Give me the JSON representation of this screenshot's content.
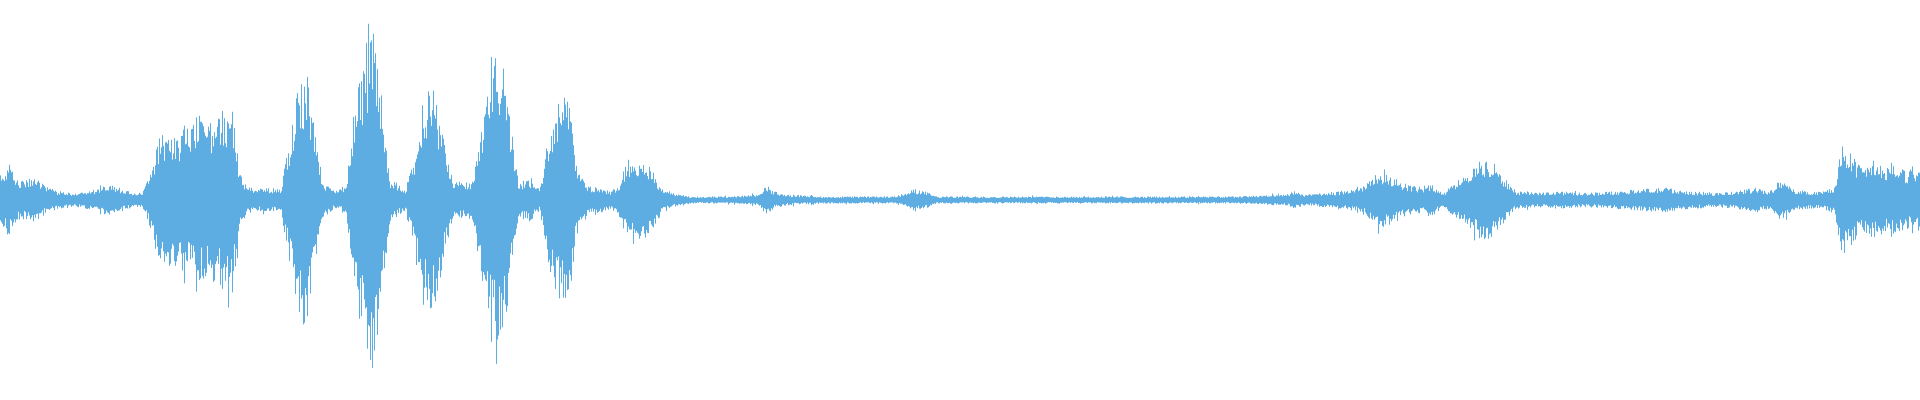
{
  "waveform": {
    "color": "#5DADE2",
    "background": "#FFFFFF",
    "noise_floor": 0.02,
    "envelope": [
      [
        0.0,
        0.14
      ],
      [
        0.004,
        0.2
      ],
      [
        0.009,
        0.12
      ],
      [
        0.014,
        0.1
      ],
      [
        0.018,
        0.13
      ],
      [
        0.023,
        0.08
      ],
      [
        0.03,
        0.05
      ],
      [
        0.04,
        0.04
      ],
      [
        0.05,
        0.06
      ],
      [
        0.056,
        0.09
      ],
      [
        0.06,
        0.08
      ],
      [
        0.066,
        0.05
      ],
      [
        0.074,
        0.04
      ],
      [
        0.078,
        0.16
      ],
      [
        0.083,
        0.36
      ],
      [
        0.09,
        0.38
      ],
      [
        0.096,
        0.4
      ],
      [
        0.1,
        0.42
      ],
      [
        0.106,
        0.44
      ],
      [
        0.111,
        0.46
      ],
      [
        0.116,
        0.5
      ],
      [
        0.121,
        0.54
      ],
      [
        0.124,
        0.2
      ],
      [
        0.128,
        0.08
      ],
      [
        0.134,
        0.06
      ],
      [
        0.14,
        0.07
      ],
      [
        0.146,
        0.06
      ],
      [
        0.15,
        0.3
      ],
      [
        0.155,
        0.62
      ],
      [
        0.16,
        0.72
      ],
      [
        0.164,
        0.4
      ],
      [
        0.168,
        0.1
      ],
      [
        0.174,
        0.05
      ],
      [
        0.18,
        0.07
      ],
      [
        0.185,
        0.6
      ],
      [
        0.19,
        0.8
      ],
      [
        0.195,
        0.98
      ],
      [
        0.199,
        0.55
      ],
      [
        0.203,
        0.12
      ],
      [
        0.207,
        0.09
      ],
      [
        0.211,
        0.06
      ],
      [
        0.216,
        0.25
      ],
      [
        0.22,
        0.56
      ],
      [
        0.225,
        0.66
      ],
      [
        0.23,
        0.4
      ],
      [
        0.235,
        0.12
      ],
      [
        0.24,
        0.1
      ],
      [
        0.246,
        0.11
      ],
      [
        0.251,
        0.45
      ],
      [
        0.256,
        0.78
      ],
      [
        0.262,
        0.82
      ],
      [
        0.266,
        0.44
      ],
      [
        0.27,
        0.1
      ],
      [
        0.276,
        0.12
      ],
      [
        0.281,
        0.06
      ],
      [
        0.286,
        0.4
      ],
      [
        0.291,
        0.56
      ],
      [
        0.296,
        0.6
      ],
      [
        0.3,
        0.22
      ],
      [
        0.306,
        0.08
      ],
      [
        0.312,
        0.07
      ],
      [
        0.318,
        0.05
      ],
      [
        0.322,
        0.08
      ],
      [
        0.326,
        0.2
      ],
      [
        0.332,
        0.24
      ],
      [
        0.338,
        0.2
      ],
      [
        0.344,
        0.08
      ],
      [
        0.35,
        0.04
      ],
      [
        0.36,
        0.02
      ],
      [
        0.38,
        0.02
      ],
      [
        0.395,
        0.03
      ],
      [
        0.399,
        0.08
      ],
      [
        0.403,
        0.05
      ],
      [
        0.41,
        0.03
      ],
      [
        0.43,
        0.02
      ],
      [
        0.465,
        0.02
      ],
      [
        0.472,
        0.04
      ],
      [
        0.476,
        0.06
      ],
      [
        0.482,
        0.05
      ],
      [
        0.488,
        0.02
      ],
      [
        0.52,
        0.02
      ],
      [
        0.58,
        0.02
      ],
      [
        0.64,
        0.02
      ],
      [
        0.67,
        0.03
      ],
      [
        0.674,
        0.05
      ],
      [
        0.68,
        0.03
      ],
      [
        0.69,
        0.04
      ],
      [
        0.7,
        0.05
      ],
      [
        0.71,
        0.07
      ],
      [
        0.718,
        0.16
      ],
      [
        0.724,
        0.14
      ],
      [
        0.73,
        0.1
      ],
      [
        0.736,
        0.08
      ],
      [
        0.742,
        0.07
      ],
      [
        0.746,
        0.09
      ],
      [
        0.752,
        0.04
      ],
      [
        0.758,
        0.1
      ],
      [
        0.765,
        0.14
      ],
      [
        0.772,
        0.24
      ],
      [
        0.778,
        0.2
      ],
      [
        0.784,
        0.12
      ],
      [
        0.79,
        0.05
      ],
      [
        0.8,
        0.04
      ],
      [
        0.812,
        0.05
      ],
      [
        0.825,
        0.04
      ],
      [
        0.84,
        0.05
      ],
      [
        0.855,
        0.06
      ],
      [
        0.868,
        0.07
      ],
      [
        0.88,
        0.05
      ],
      [
        0.895,
        0.04
      ],
      [
        0.905,
        0.05
      ],
      [
        0.915,
        0.07
      ],
      [
        0.922,
        0.05
      ],
      [
        0.928,
        0.12
      ],
      [
        0.934,
        0.06
      ],
      [
        0.942,
        0.05
      ],
      [
        0.95,
        0.05
      ],
      [
        0.956,
        0.08
      ],
      [
        0.959,
        0.32
      ],
      [
        0.964,
        0.26
      ],
      [
        0.97,
        0.18
      ],
      [
        0.976,
        0.22
      ],
      [
        0.982,
        0.18
      ],
      [
        0.988,
        0.2
      ],
      [
        0.994,
        0.16
      ],
      [
        1.0,
        0.18
      ]
    ]
  }
}
